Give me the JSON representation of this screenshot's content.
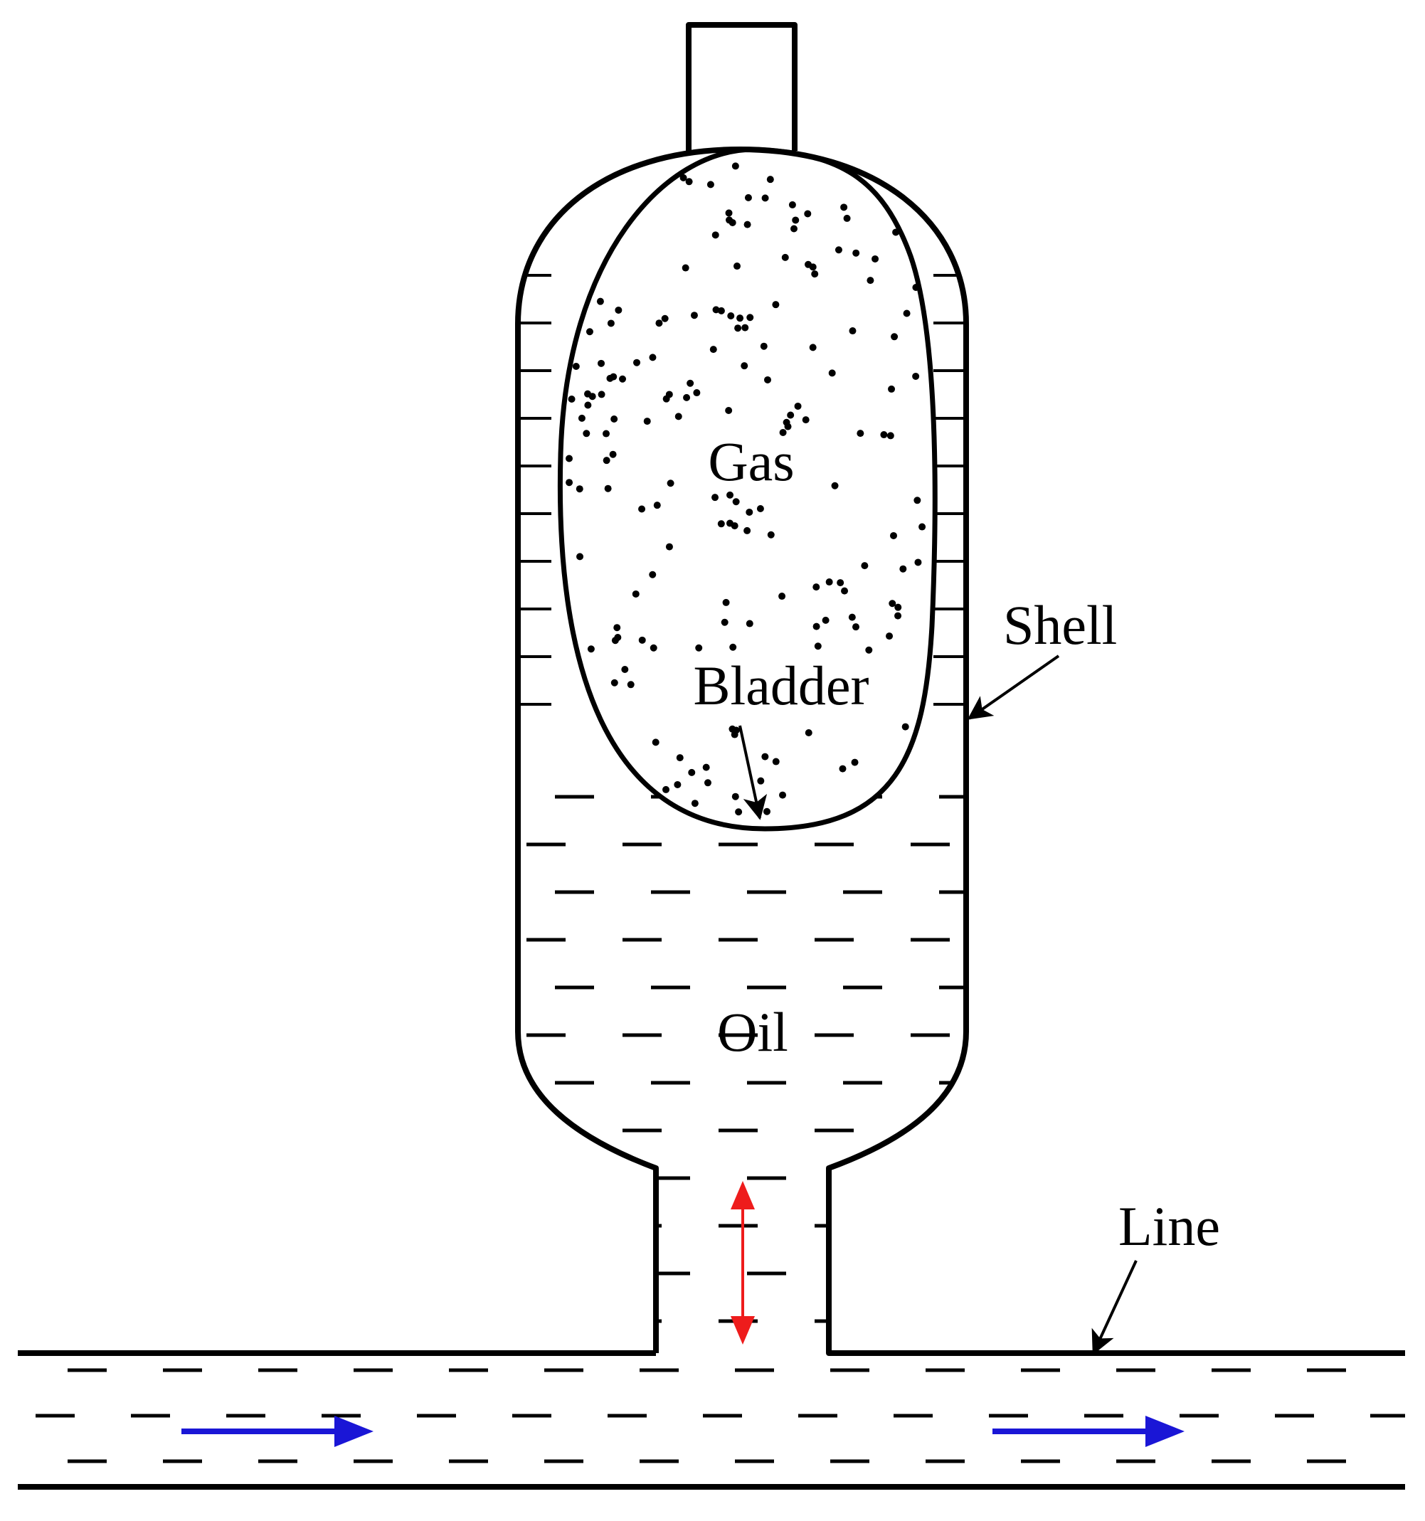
{
  "labels": {
    "gas": "Gas",
    "bladder": "Bladder",
    "shell": "Shell",
    "oil": "Oil",
    "line": "Line"
  },
  "colors": {
    "flow_arrow": "#1a16d6",
    "surge_arrow": "#ee1c1c",
    "stroke": "#000000"
  }
}
